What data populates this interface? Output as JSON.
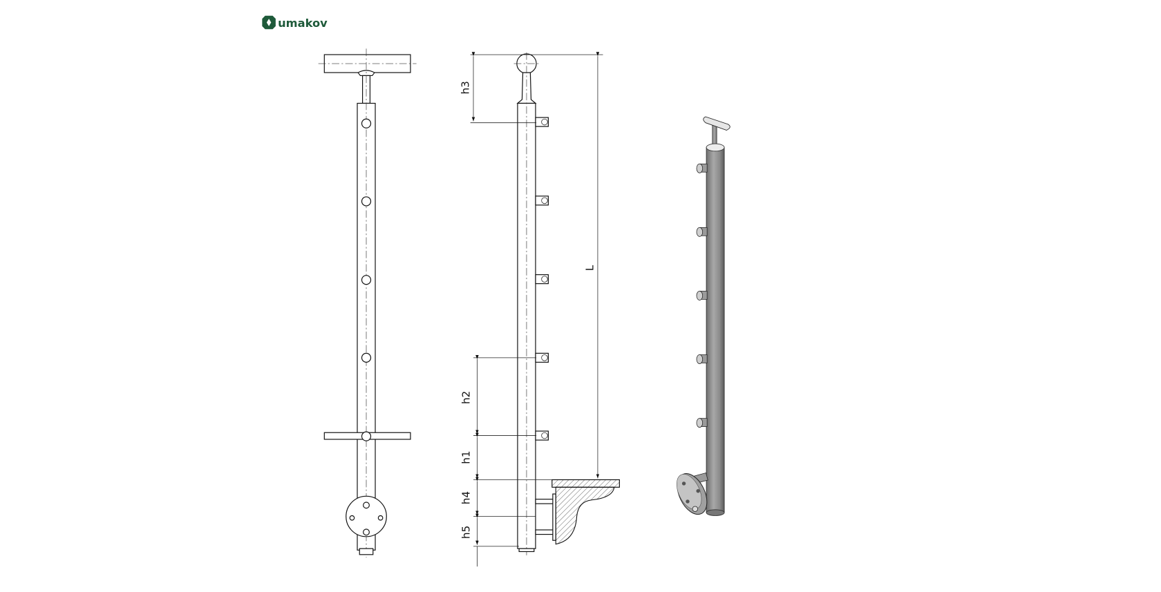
{
  "logo": {
    "text": "umakov",
    "color": "#1e5a3a"
  },
  "dimensions": {
    "h3": "h3",
    "L": "L",
    "h2": "h2",
    "h1": "h1",
    "h4": "h4",
    "h5": "h5"
  },
  "views": [
    "front-view",
    "side-view",
    "isometric-view"
  ]
}
